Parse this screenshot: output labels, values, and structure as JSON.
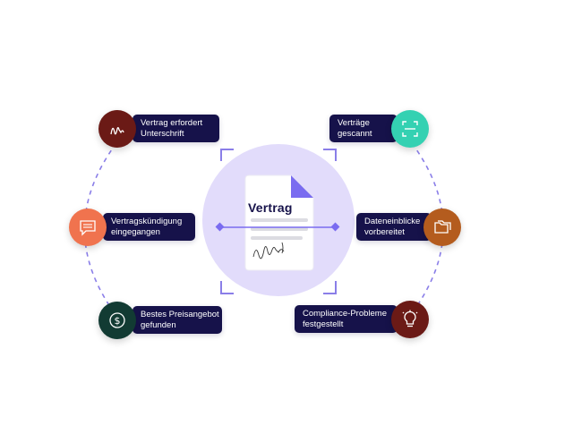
{
  "document": {
    "title": "Vertrag"
  },
  "nodes": [
    {
      "id": "signature",
      "line1": "Vertrag erfordert",
      "line2": "Unterschrift",
      "icon": "signature-icon",
      "color": "#6b1a16"
    },
    {
      "id": "termination",
      "line1": "Vertragskündigung",
      "line2": "eingegangen",
      "icon": "message-icon",
      "color": "#f0734e"
    },
    {
      "id": "price",
      "line1": "Bestes Preisangebot",
      "line2": "gefunden",
      "icon": "dollar-icon",
      "color": "#123b33"
    },
    {
      "id": "scanned",
      "line1": "Verträge",
      "line2": "gescannt",
      "icon": "scan-icon",
      "color": "#34d1b2"
    },
    {
      "id": "insights",
      "line1": "Dateneinblicke",
      "line2": "vorbereitet",
      "icon": "folders-icon",
      "color": "#b45c1e"
    },
    {
      "id": "compliance",
      "line1": "Compliance-Probleme",
      "line2": "festgestellt",
      "icon": "lightbulb-icon",
      "color": "#6b1a16"
    }
  ],
  "colors": {
    "label_bg": "#16124a",
    "accent": "#7a6cf0",
    "halo": "#e2dcfb",
    "dashed": "#8a7ee8"
  }
}
